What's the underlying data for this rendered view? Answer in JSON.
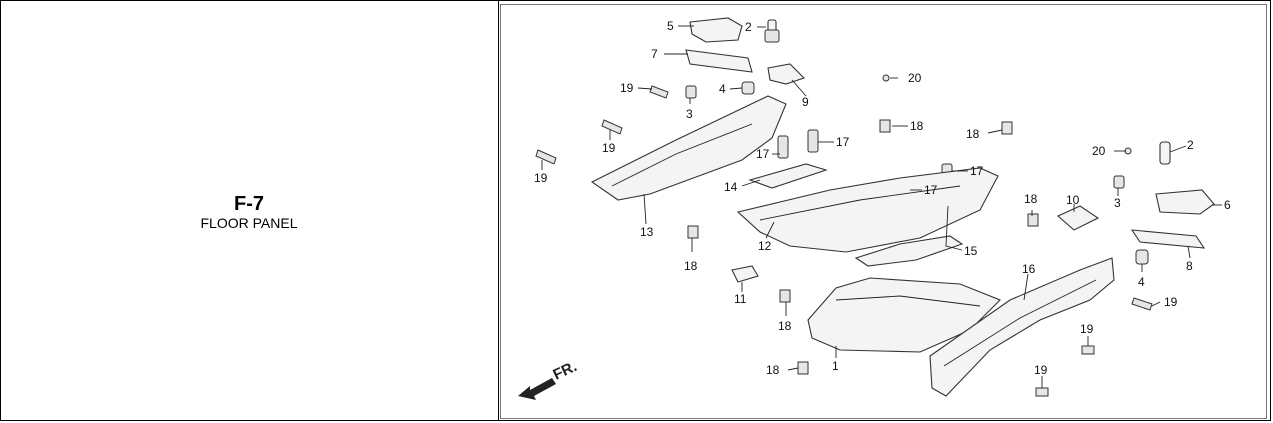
{
  "section": {
    "code": "F-7",
    "name": "FLOOR PANEL"
  },
  "diagram": {
    "direction_label": "FR.",
    "callouts": [
      {
        "id": "c1",
        "label": "1"
      },
      {
        "id": "c2a",
        "label": "2"
      },
      {
        "id": "c2b",
        "label": "2"
      },
      {
        "id": "c3a",
        "label": "3"
      },
      {
        "id": "c3b",
        "label": "3"
      },
      {
        "id": "c4a",
        "label": "4"
      },
      {
        "id": "c4b",
        "label": "4"
      },
      {
        "id": "c5",
        "label": "5"
      },
      {
        "id": "c6",
        "label": "6"
      },
      {
        "id": "c7",
        "label": "7"
      },
      {
        "id": "c8",
        "label": "8"
      },
      {
        "id": "c9",
        "label": "9"
      },
      {
        "id": "c10",
        "label": "10"
      },
      {
        "id": "c11",
        "label": "11"
      },
      {
        "id": "c12",
        "label": "12"
      },
      {
        "id": "c13",
        "label": "13"
      },
      {
        "id": "c14",
        "label": "14"
      },
      {
        "id": "c15",
        "label": "15"
      },
      {
        "id": "c16",
        "label": "16"
      },
      {
        "id": "c17a",
        "label": "17"
      },
      {
        "id": "c17b",
        "label": "17"
      },
      {
        "id": "c17c",
        "label": "17"
      },
      {
        "id": "c17d",
        "label": "17"
      },
      {
        "id": "c18a",
        "label": "18"
      },
      {
        "id": "c18b",
        "label": "18"
      },
      {
        "id": "c18c",
        "label": "18"
      },
      {
        "id": "c18d",
        "label": "18"
      },
      {
        "id": "c18e",
        "label": "18"
      },
      {
        "id": "c18f",
        "label": "18"
      },
      {
        "id": "c19a",
        "label": "19"
      },
      {
        "id": "c19b",
        "label": "19"
      },
      {
        "id": "c19c",
        "label": "19"
      },
      {
        "id": "c19d",
        "label": "19"
      },
      {
        "id": "c19e",
        "label": "19"
      },
      {
        "id": "c19f",
        "label": "19"
      },
      {
        "id": "c20a",
        "label": "20"
      },
      {
        "id": "c20b",
        "label": "20"
      }
    ]
  }
}
